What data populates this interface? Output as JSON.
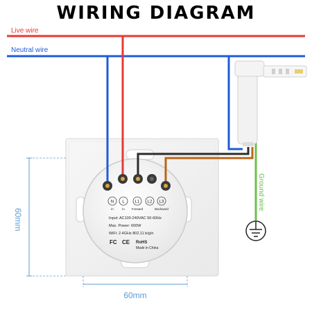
{
  "title": "WIRING DIAGRAM",
  "wires": {
    "live": "Live wire",
    "neutral": "Neutral wire",
    "ground": "Ground wire"
  },
  "terminals": [
    {
      "code": "N",
      "name": "in"
    },
    {
      "code": "L",
      "name": "in"
    },
    {
      "code": "L1",
      "name": "Forward"
    },
    {
      "code": "L2",
      "name": ""
    },
    {
      "code": "L3",
      "name": "Backward"
    }
  ],
  "specs": [
    "Input: AC100-240VAC 50-60Hz",
    "Max. Power: 600W",
    "WiFi: 2.4GHz 802.11 b/g/n"
  ],
  "certifications": [
    "FC",
    "CE",
    "RoHS"
  ],
  "made_in": "Made in China",
  "dimensions": {
    "height": "60mm",
    "width": "60mm"
  },
  "colors": {
    "live": "#e53935",
    "neutral": "#1e5bd8",
    "ground": "#6cc04a",
    "forward": "#2b2b2b",
    "backward": "#b8651b",
    "dimension": "#5b9bd5"
  }
}
